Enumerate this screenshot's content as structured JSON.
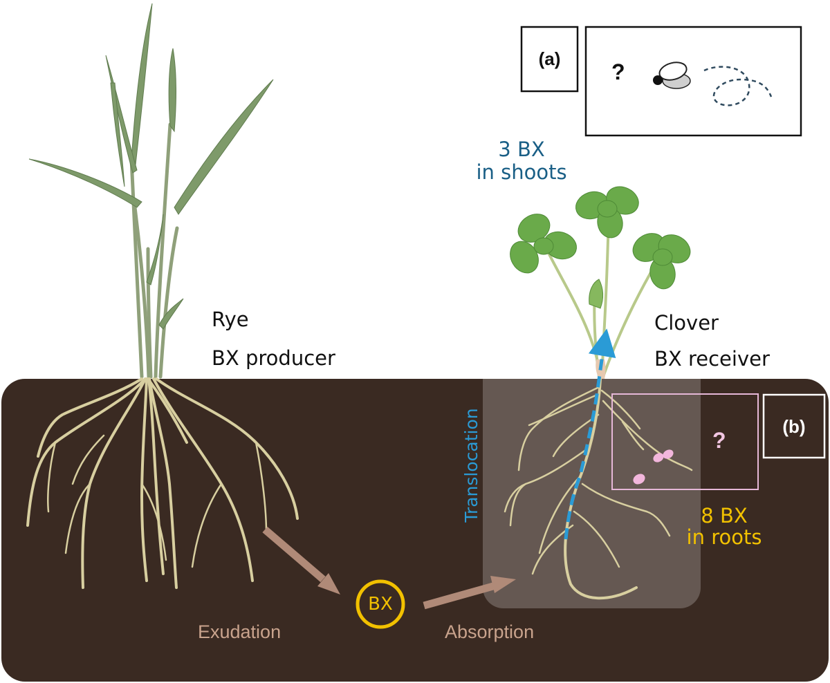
{
  "rye": {
    "name": "Rye",
    "role": "BX producer"
  },
  "clover": {
    "name": "Clover",
    "role": "BX receiver"
  },
  "shoots": {
    "line1": "3 BX",
    "line2": "in shoots"
  },
  "roots": {
    "line1": "8 BX",
    "line2": "in roots"
  },
  "process": {
    "exudation": "Exudation",
    "absorption": "Absorption",
    "translocation": "Translocation"
  },
  "compound": "BX",
  "panel_a": {
    "tag": "(a)",
    "question": "?"
  },
  "panel_b": {
    "tag": "(b)",
    "question": "?"
  },
  "colors": {
    "soil": "#3a2a22",
    "root": "#d8cfa0",
    "leaf": "#6aaa4a",
    "arrow_brown": "#b08a78",
    "translocation_blue": "#2a9bd6",
    "bx_yellow": "#f2c100",
    "panel_b_pink": "#e6b8d8"
  }
}
